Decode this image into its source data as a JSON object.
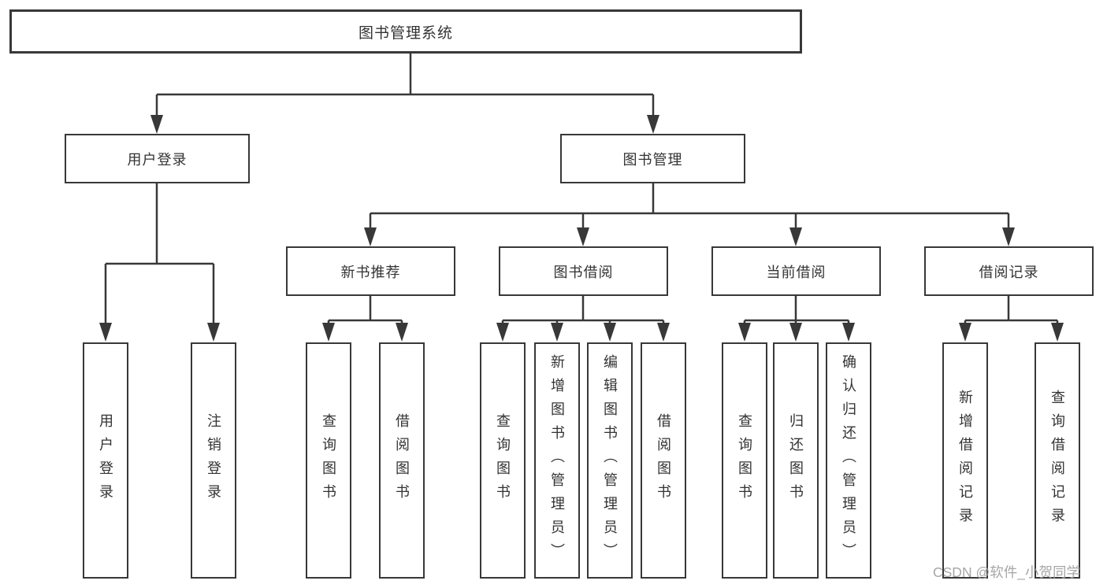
{
  "title": "图书管理系统",
  "branches": {
    "user_login": {
      "label": "用户登录",
      "children": [
        "用户登录",
        "注销登录"
      ]
    },
    "book_mgmt": {
      "label": "图书管理",
      "sections": {
        "new_book_rec": {
          "label": "新书推荐",
          "children": [
            "查询图书",
            "借阅图书"
          ]
        },
        "book_borrow": {
          "label": "图书借阅",
          "children": [
            "查询图书",
            "新增图书（管理员）",
            "编辑图书（管理员）",
            "借阅图书"
          ]
        },
        "current_borrow": {
          "label": "当前借阅",
          "children": [
            "查询图书",
            "归还图书",
            "确认归还（管理员）"
          ]
        },
        "borrow_records": {
          "label": "借阅记录",
          "children": [
            "新增借阅记录",
            "查询借阅记录"
          ]
        }
      }
    }
  },
  "watermark": "CSDN @软件_小贺同学",
  "colors": {
    "line": "#383838",
    "text": "#333333",
    "watermark": "#a6a6a6",
    "background": "#ffffff"
  }
}
